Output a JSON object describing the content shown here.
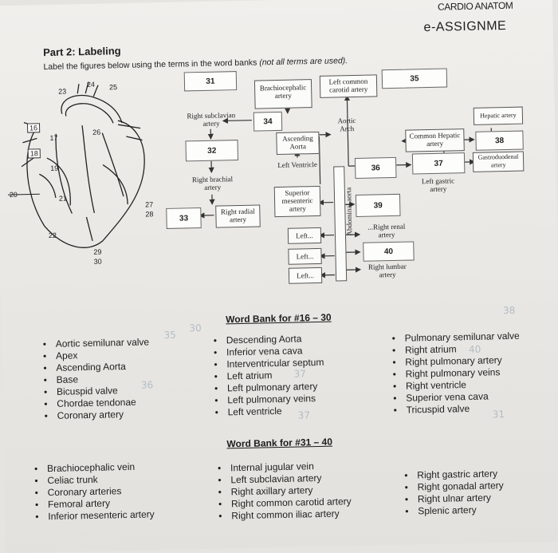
{
  "header": {
    "course": "CARDIO ANATOM",
    "assignment": "e-ASSIGNME"
  },
  "part_title": "Part 2: Labeling",
  "instructions": {
    "text": "Label the figures below using the terms in the word banks",
    "italic": "(not all terms are used)."
  },
  "heart_labels": [
    "16",
    "17",
    "18",
    "19",
    "20",
    "21",
    "22",
    "23",
    "24",
    "25",
    "26",
    "27",
    "28",
    "29",
    "30"
  ],
  "flow": {
    "answer_boxes": [
      "31",
      "32",
      "33",
      "34",
      "35",
      "36",
      "37",
      "38",
      "39",
      "40"
    ],
    "brachiocephalic": "Brachiocephalic artery",
    "left_common_carotid": "Left common carotid artery",
    "right_subclavian": "Right subclavian artery",
    "right_brachial": "Right brachial artery",
    "right_radial": "Right radial artery",
    "ascending_aorta": "Ascending Aorta",
    "aortic_arch": "Aortic Arch",
    "left_ventricle": "Left Ventricle",
    "superior_mesenteric": "Superior mesenteric artery",
    "abdominal_aorta": "Abdominal aorta",
    "left_1": "Left...",
    "left_2": "Left...",
    "left_3": "Left...",
    "right_renal": "...Right renal artery",
    "right_lumbar": "Right lumbar artery",
    "common_hepatic": "Common Hepatic artery",
    "left_gastric": "Left gastric artery",
    "hepatic": "Hepatic artery",
    "gastroduodenal": "Gastroduodenal artery"
  },
  "word_bank_1": {
    "title": "Word Bank for #16 – 30",
    "col1": [
      "Aortic semilunar valve",
      "Apex",
      "Ascending Aorta",
      "Base",
      "Bicuspid valve",
      "Chordae tendonae",
      "Coronary artery"
    ],
    "col2": [
      "Descending Aorta",
      "Inferior vena cava",
      "Interventricular septum",
      "Left atrium",
      "Left pulmonary artery",
      "Left pulmonary veins",
      "Left ventricle"
    ],
    "col3": [
      "Pulmonary semilunar valve",
      "Right atrium",
      "Right pulmonary artery",
      "Right pulmonary veins",
      "Right ventricle",
      "Superior vena cava",
      "Tricuspid valve"
    ]
  },
  "word_bank_2": {
    "title": "Word Bank for #31 – 40",
    "col1": [
      "Brachiocephalic vein",
      "Celiac trunk",
      "Coronary arteries",
      "Femoral artery",
      "Inferior mesenteric artery"
    ],
    "col2": [
      "Internal jugular vein",
      "Left subclavian artery",
      "Right axillary artery",
      "Right common carotid artery",
      "Right common iliac artery"
    ],
    "col3": [
      "Right gastric artery",
      "Right gonadal artery",
      "Right ulnar artery",
      "Splenic artery"
    ]
  },
  "handwriting": [
    "35",
    "36",
    "37",
    "38",
    "40",
    "30",
    "37",
    "31"
  ]
}
